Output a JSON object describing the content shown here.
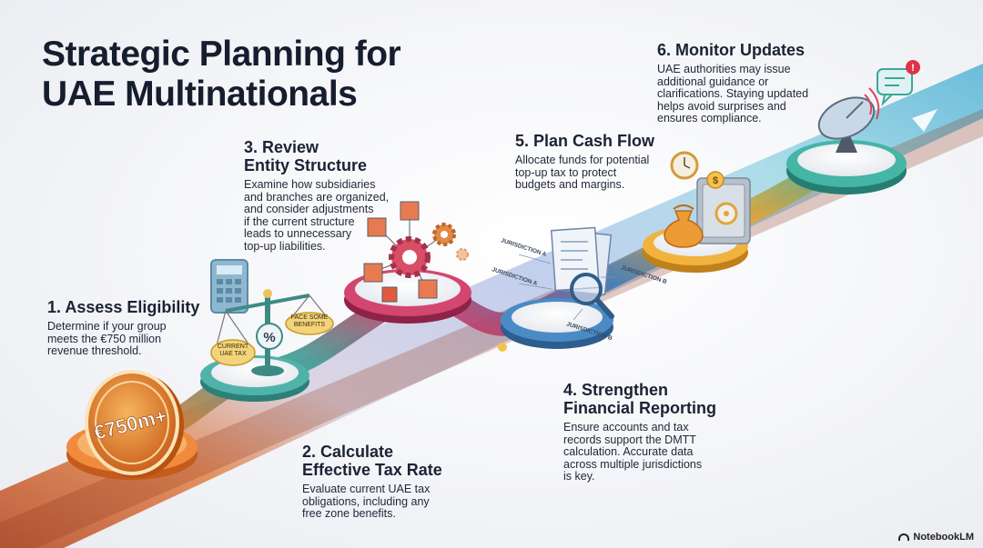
{
  "title": "Strategic Planning for\nUAE Multinationals",
  "steps": [
    {
      "title": "1. Assess Eligibility",
      "desc": "Determine if your group\nmeets the €750 million\nrevenue threshold.",
      "color": "#e8742a"
    },
    {
      "title": "2. Calculate\nEffective Tax Rate",
      "desc": "Evaluate current UAE tax\nobligations, including any\nfree zone benefits.",
      "color": "#3c9c93"
    },
    {
      "title": "3. Review\nEntity Structure",
      "desc": "Examine how subsidiaries\nand branches are organized,\nand consider adjustments\nif the current structure\nleads to unnecessary\ntop-up liabilities.",
      "color": "#c23a64"
    },
    {
      "title": "4. Strengthen\nFinancial Reporting",
      "desc": "Ensure accounts and tax\nrecords support the DMTT\ncalculation. Accurate data\nacross multiple jurisdictions\nis key.",
      "color": "#3e7ab8"
    },
    {
      "title": "5. Plan Cash Flow",
      "desc": "Allocate funds for potential\ntop-up tax to protect\nbudgets and margins.",
      "color": "#eda52c"
    },
    {
      "title": "6. Monitor Updates",
      "desc": "UAE authorities may issue\nadditional guidance or\nclarifications. Staying updated\nhelps avoid surprises and\nensures compliance.",
      "color": "#3aa89a"
    }
  ],
  "icons": {
    "coin_label": "€750m+",
    "scale_left_label": "CURRENT\nUAE TAX",
    "scale_right_label": "FACE SOME\nBENEFITS",
    "scale_center_symbol": "%",
    "jurisdiction_labels": [
      "JURISDICTION A",
      "JURISDICTION A",
      "JURISDICTION B",
      "JURISDICTION B"
    ],
    "safe_symbol": "$"
  },
  "watermark": "NotebookLM"
}
